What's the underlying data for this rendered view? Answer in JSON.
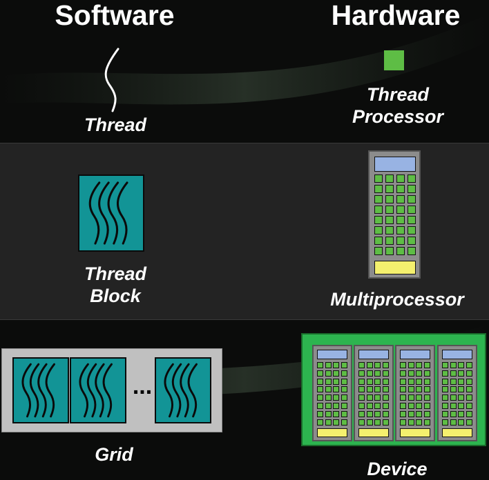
{
  "headers": {
    "software": "Software",
    "hardware": "Hardware"
  },
  "software": {
    "thread": "Thread",
    "thread_block_line1": "Thread",
    "thread_block_line2": "Block",
    "grid": "Grid",
    "ellipsis": "..."
  },
  "hardware": {
    "thread_processor_line1": "Thread",
    "thread_processor_line2": "Processor",
    "multiprocessor": "Multiprocessor",
    "device": "Device"
  },
  "colors": {
    "background": "#0b0c0b",
    "band": "#232323",
    "thread_block": "#129496",
    "core": "#5ebd45",
    "sm_top": "#98b3e3",
    "sm_bottom": "#f4f06e",
    "sm_body": "#8c8c8c",
    "device": "#2db44f",
    "grid_frame": "#c0c0c0"
  },
  "icons": {
    "thread": "wavy-thread-icon",
    "thread_processor": "green-square-icon"
  }
}
